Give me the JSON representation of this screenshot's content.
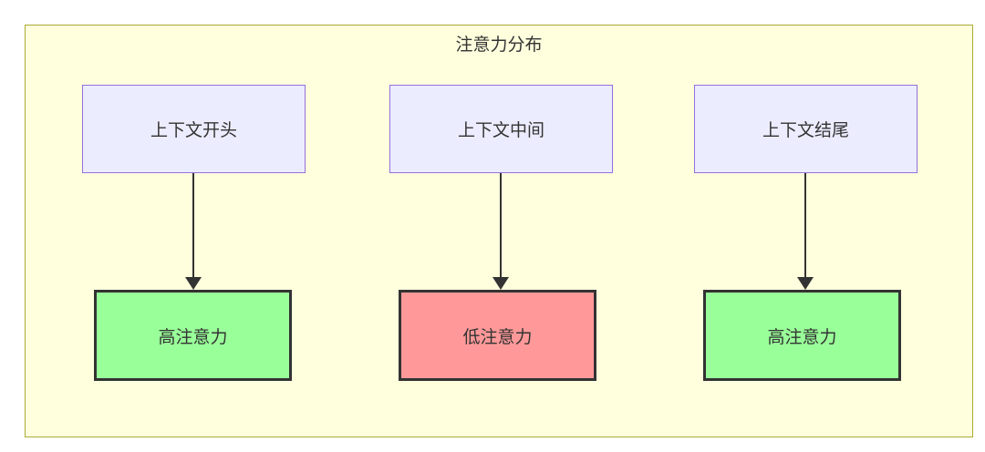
{
  "diagram": {
    "type": "flowchart",
    "direction": "top-down",
    "title": "注意力分布",
    "columns": [
      {
        "source": "上下文开头",
        "target": "高注意力",
        "attention": "high"
      },
      {
        "source": "上下文中间",
        "target": "低注意力",
        "attention": "low"
      },
      {
        "source": "上下文结尾",
        "target": "高注意力",
        "attention": "high"
      }
    ],
    "edges": [
      {
        "from": "上下文开头",
        "to": "高注意力"
      },
      {
        "from": "上下文中间",
        "to": "低注意力"
      },
      {
        "from": "上下文结尾",
        "to": "高注意力"
      }
    ],
    "colors": {
      "container_fill": "#ffffde",
      "container_border": "#aaaa33",
      "source_fill": "#ececff",
      "source_border": "#9370db",
      "high_attention_fill": "#99ff99",
      "low_attention_fill": "#ff9999",
      "result_border": "#333333",
      "arrow": "#333333",
      "text": "#333333"
    }
  }
}
